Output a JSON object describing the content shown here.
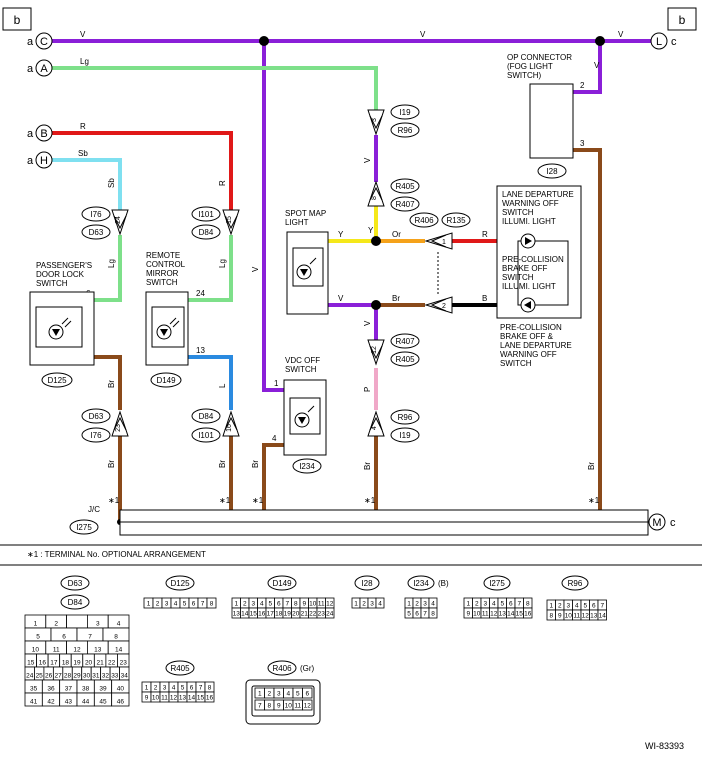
{
  "corner_label": "b",
  "pins": {
    "a": "a",
    "c": "c",
    "C": "C",
    "A": "A",
    "B": "B",
    "H": "H",
    "L": "L",
    "M": "M"
  },
  "wire_colors_text": {
    "V": "V",
    "Lg": "Lg",
    "R": "R",
    "Sb": "Sb",
    "L": "L",
    "Br": "Br",
    "Y": "Y",
    "Or": "Or",
    "B": "B",
    "P": "P"
  },
  "connectors": {
    "I76": "I76",
    "D63": "D63",
    "I101": "I101",
    "D84": "D84",
    "I19": "I19",
    "R96": "R96",
    "R405": "R405",
    "R407": "R407",
    "R406": "R406",
    "R135": "R135",
    "I28": "I28",
    "D125": "D125",
    "D149": "D149",
    "I234": "I234",
    "I275": "I275"
  },
  "components": {
    "op_connector": "OP CONNECTOR\n(FOG LIGHT\nSWITCH)",
    "passenger_door_lock": "PASSENGER'S\nDOOR LOCK\nSWITCH",
    "remote_mirror": "REMOTE\nCONTROL\nMIRROR\nSWITCH",
    "spot_map": "SPOT MAP\nLIGHT",
    "lane_dep": "LANE DEPARTURE\nWARNING OFF\nSWITCH\nILLUMI. LIGHT",
    "precollision": "PRE-COLLISION\nBRAKE OFF\nSWITCH\nILLUMI. LIGHT",
    "precollision_lane": "PRE-COLLISION\nBRAKE OFF &\nLANE DEPARTURE\nWARNING OFF\nSWITCH",
    "vdc_off": "VDC OFF\nSWITCH",
    "jc": "J/C"
  },
  "terminals": {
    "t2": "2",
    "t3": "3",
    "t6": "6",
    "t4": "4",
    "t24": "24",
    "t13": "13",
    "t1": "1",
    "t4b": "4"
  },
  "inline_pins": {
    "p3": "3",
    "p24a": "24",
    "p15": "15",
    "p8": "8",
    "p12": "12",
    "p4": "4",
    "p23": "23",
    "p16": "16",
    "p1": "1",
    "p2": "2"
  },
  "star_note": "∗1",
  "footnote": "∗1 : TERMINAL No. OPTIONAL ARRANGEMENT",
  "legend": {
    "d63": "D63",
    "d84": "D84",
    "d125": "D125",
    "d149": "D149",
    "i28": "I28",
    "i234": "I234",
    "i234_suffix": "(B)",
    "i275": "I275",
    "r96": "R96",
    "r405": "R405",
    "r406": "R406",
    "r406_suffix": "(Gr)"
  },
  "pinrows": {
    "d63": [
      [
        "1",
        "2",
        "",
        "3",
        "4"
      ],
      [
        "5",
        "6",
        "7",
        "8"
      ],
      [
        "10",
        "11",
        "12",
        "13",
        "14"
      ],
      [
        "15",
        "16",
        "17",
        "18",
        "19",
        "20",
        "21",
        "22",
        "23"
      ],
      [
        "24",
        "25",
        "26",
        "27",
        "28",
        "29",
        "30",
        "31",
        "32",
        "33",
        "34"
      ],
      [
        "35",
        "36",
        "37",
        "38",
        "39",
        "40"
      ],
      [
        "41",
        "42",
        "43",
        "44",
        "45",
        "46"
      ]
    ],
    "d125": [
      "1",
      "2",
      "3",
      "4",
      "5",
      "6",
      "7",
      "8"
    ],
    "d149a": [
      "1",
      "2",
      "3",
      "4",
      "5",
      "6",
      "7",
      "8",
      "9",
      "10",
      "11",
      "12"
    ],
    "d149b": [
      "13",
      "14",
      "15",
      "16",
      "17",
      "18",
      "19",
      "20",
      "21",
      "22",
      "23",
      "24"
    ],
    "i28": [
      "1",
      "2",
      "3",
      "4"
    ],
    "i234a": [
      "1",
      "2",
      "3",
      "4"
    ],
    "i234b": [
      "5",
      "6",
      "7",
      "8"
    ],
    "i275a": [
      "1",
      "2",
      "3",
      "4",
      "5",
      "6",
      "7",
      "8"
    ],
    "i275b": [
      "9",
      "10",
      "11",
      "12",
      "13",
      "14",
      "15",
      "16"
    ],
    "r96a": [
      "1",
      "2",
      "3",
      "4",
      "5",
      "6",
      "7"
    ],
    "r96b": [
      "8",
      "9",
      "10",
      "11",
      "12",
      "13",
      "14"
    ],
    "r405a": [
      "1",
      "2",
      "3",
      "4",
      "5",
      "6",
      "7",
      "8"
    ],
    "r405b": [
      "9",
      "10",
      "11",
      "12",
      "13",
      "14",
      "15",
      "16"
    ],
    "r406a": [
      "1",
      "2",
      "3",
      "4",
      "5",
      "6"
    ],
    "r406b": [
      "7",
      "8",
      "9",
      "10",
      "11",
      "12"
    ]
  },
  "diagram_id": "WI-83393",
  "colors": {
    "violet": "#8a1fd8",
    "lightgreen": "#7ee08a",
    "red": "#e01818",
    "skyblue": "#7fe0f0",
    "blue": "#2a8ae0",
    "brown": "#8a4a1a",
    "yellow": "#f5e81a",
    "orange": "#f5a21a",
    "black": "#000000",
    "pink": "#f0a8c8"
  }
}
